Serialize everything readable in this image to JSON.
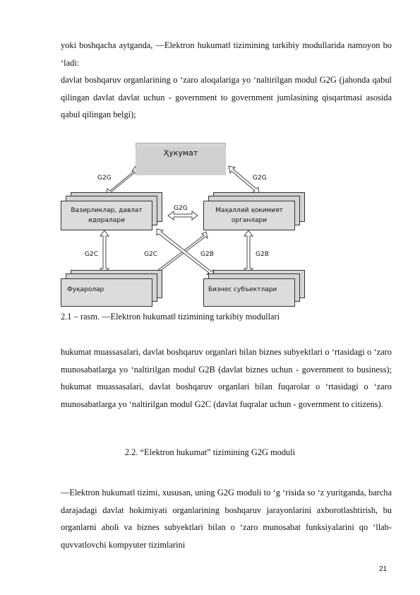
{
  "paragraphs": {
    "p1": "yoki boshqacha aytganda, ―Elektron hukumat‖ tizimining tarkibiy modullarida namoyon bo ‘ladi:",
    "p2": "davlat boshqaruv organlarining o ‘zaro aloqalariga yo ‘naltirilgan modul G2G (jahonda qabul qilingan davlat davlat uchun - government to government jumlasining qisqartmasi asosida qabul qilingan belgi);",
    "p3": "hukumat muassasalari, davlat boshqaruv organlari bilan biznes subyektlari o ‘rtasidagi o ‘zaro munosabatlarga yo ‘naltirilgan modul G2B (davlat biznes uchun - government to business); hukumat muassasalari, davlat boshqaruv organlari bilan fuqarolar o ‘rtasidagi o ‘zaro munosabatlarga yo ‘naltirilgan modul G2C (davlat fuqralar uchun - government to citizens).",
    "p4": "―Elektron hukumat‖ tizimi, xususan, uning G2G moduli to ‘g ‘risida so ‘z yuritganda, barcha darajadagi davlat hokimiyati organlarining boshqaruv jarayonlarini axborotlashtirish, bu organlarni aholi va biznes subyektlari bilan o ‘zaro munosabat funksiyalarini qo ‘llab-quvvatlovchi kompyuter tizimlarini"
  },
  "caption": "2.1 – rasm. ―Elektron hukumat‖ tizimining tarkibiy modullari",
  "heading": "2.2. “Elektron hukumat” tizimining G2G moduli",
  "page_number": "21",
  "diagram": {
    "nodes": {
      "government": "Ҳукумат",
      "ministries_line1": "Вазирликлар, давлат",
      "ministries_line2": "идоралари",
      "local_line1": "Маҳаллий ҳокимият",
      "local_line2": "органлари",
      "citizens": "Фуқаролар",
      "business": "Бизнес субъектлари"
    },
    "edge_labels": {
      "gov_ministries": "G2G",
      "gov_local": "G2G",
      "ministries_local": "G2G",
      "ministries_citizens": "G2C",
      "local_citizens": "G2C",
      "ministries_business": "G2B",
      "local_business": "G2B"
    }
  }
}
